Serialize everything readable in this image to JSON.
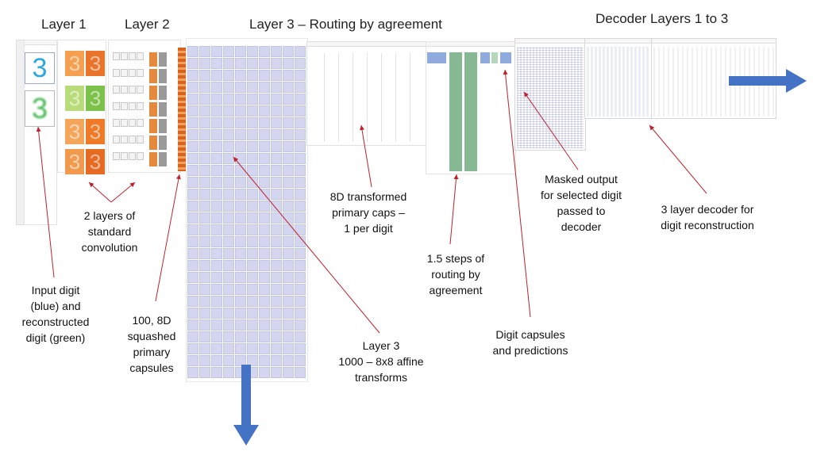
{
  "headers": {
    "layer1": "Layer 1",
    "layer2": "Layer 2",
    "layer3": "Layer 3 – Routing by agreement",
    "decoder": "Decoder Layers 1 to 3"
  },
  "annotations": {
    "input_digit": [
      "Input digit",
      "(blue) and",
      "reconstructed",
      "digit (green)"
    ],
    "standard_conv": [
      "2 layers of",
      "standard",
      "convolution"
    ],
    "primary_caps": [
      "100, 8D",
      "squashed",
      "primary",
      "capsules"
    ],
    "affine": [
      "Layer 3",
      "1000 – 8x8 affine",
      "transforms"
    ],
    "transformed": [
      "8D transformed",
      "primary caps –",
      "1 per digit"
    ],
    "routing": [
      "1.5 steps of",
      "routing by",
      "agreement"
    ],
    "digit_caps": [
      "Digit capsules",
      "and predictions"
    ],
    "masked": [
      "Masked output",
      "for selected digit",
      "passed to",
      "decoder"
    ],
    "decoder_recon": [
      "3 layer decoder for",
      "digit reconstruction"
    ]
  },
  "digits": {
    "input": "3",
    "reconstructed": "3",
    "feature_map_glyph": "3"
  },
  "icons": {
    "right_arrow": "right-arrow-icon",
    "down_arrow": "down-arrow-icon"
  },
  "colors": {
    "annotation_line": "#c0202a",
    "flow_arrow": "#4472c4",
    "input_digit": "#29a8e0",
    "recon_digit": "#3cb34a",
    "routing_green": "#7fb48a",
    "affine_tile": "#d3d6ee",
    "capsule_orange": "#e07020"
  }
}
